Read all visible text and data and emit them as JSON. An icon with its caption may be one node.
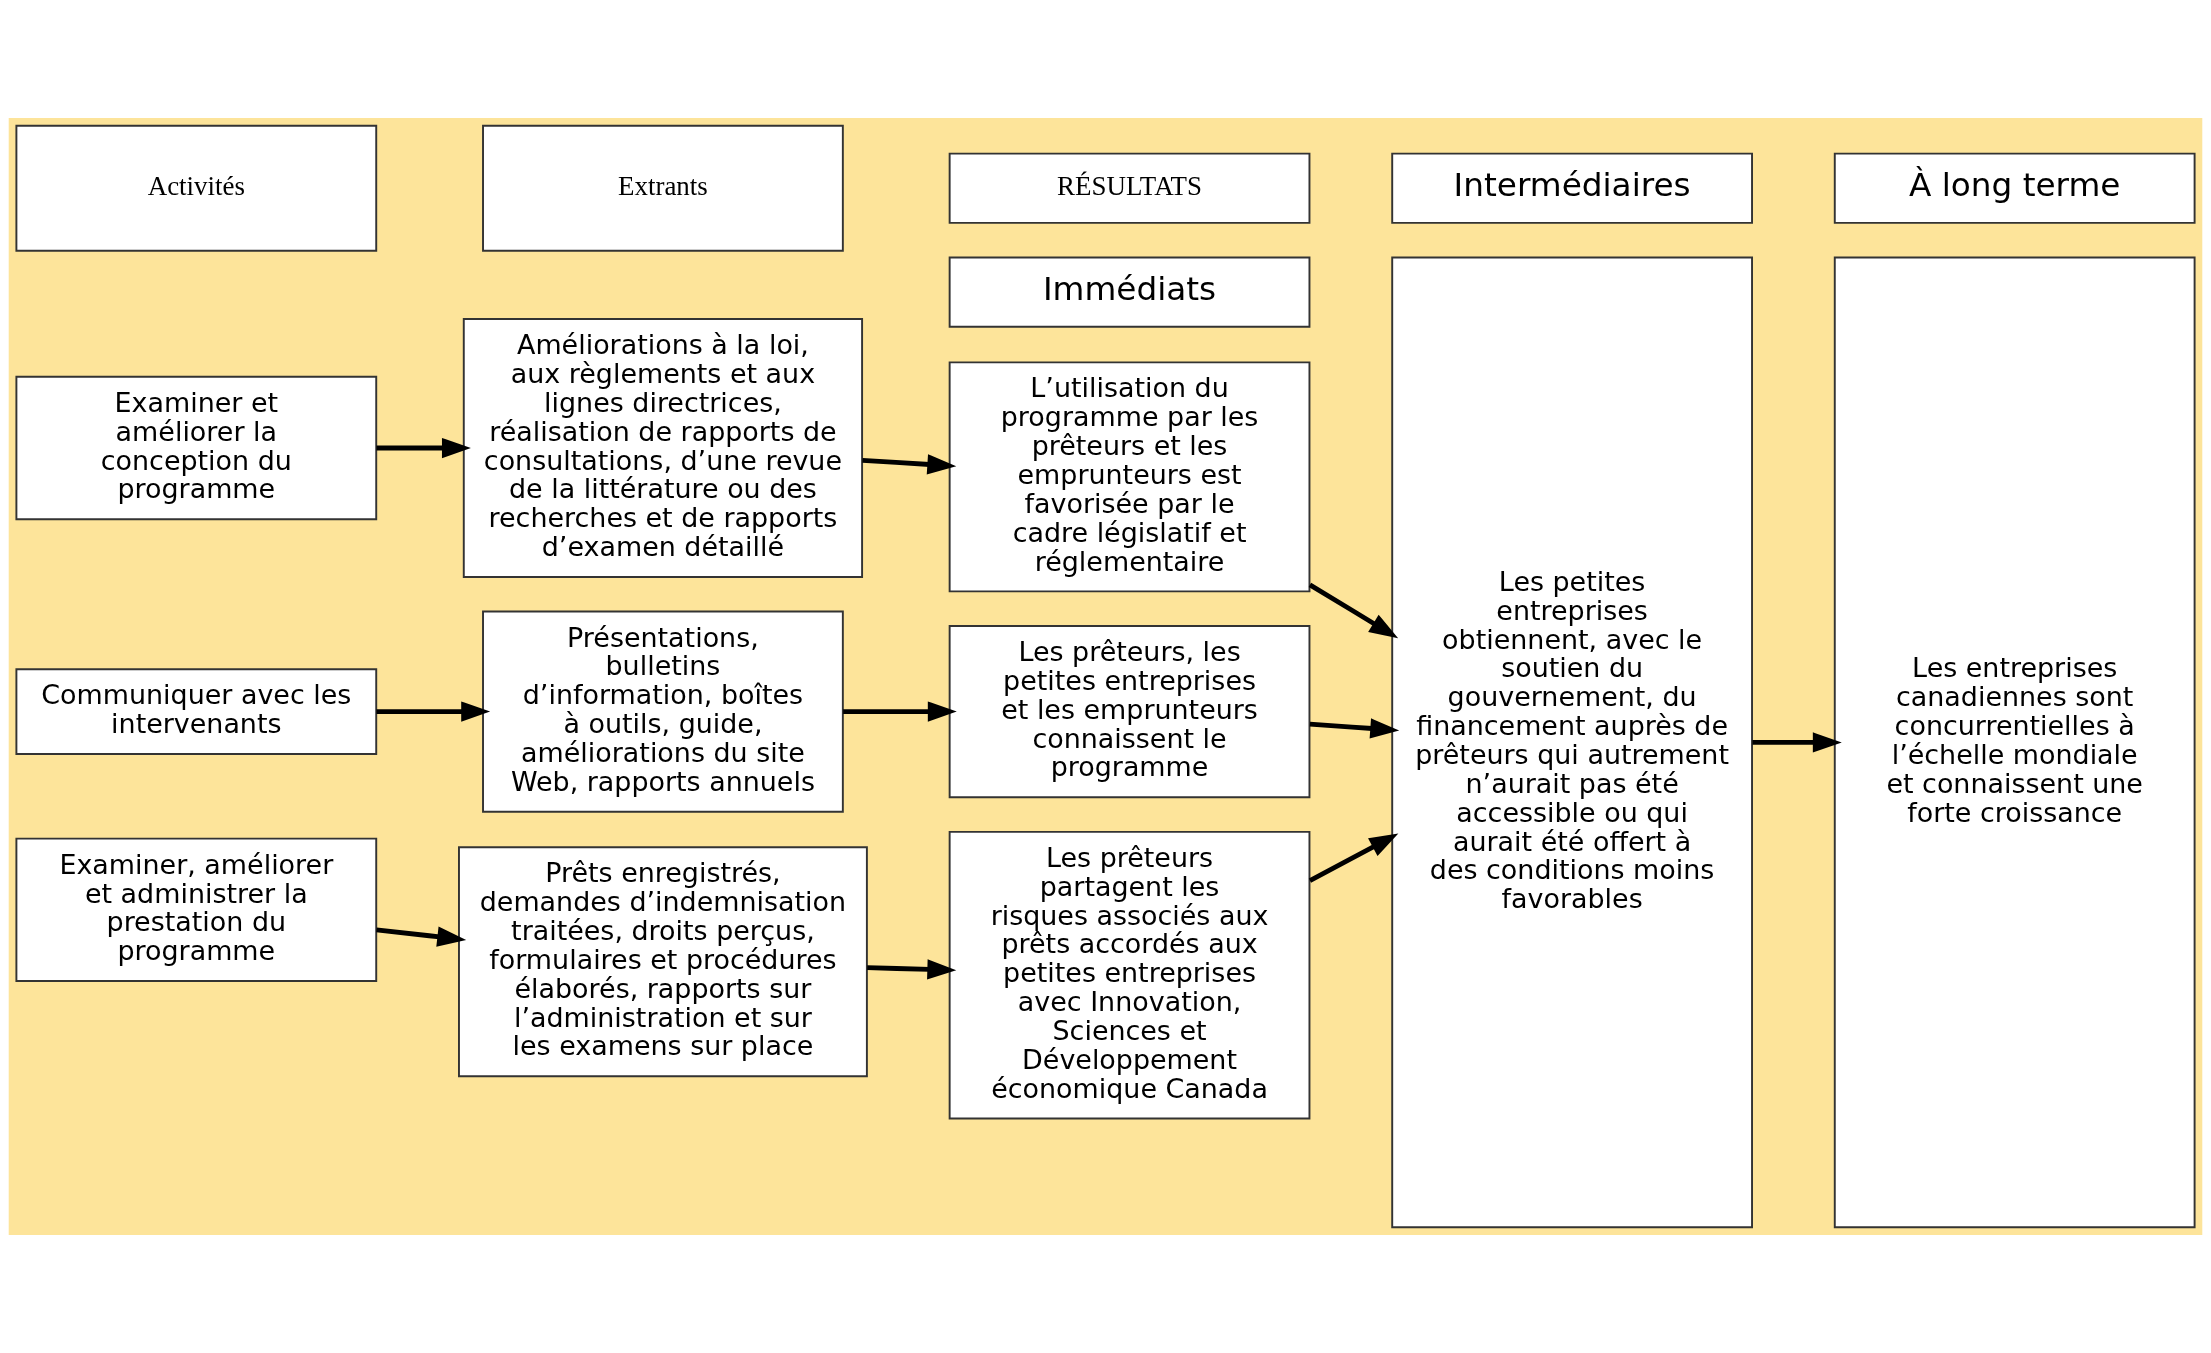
{
  "diagram": {
    "nodes": [
      {
        "text": [
          "Activités"
        ]
      },
      {
        "text": [
          "Extrants"
        ]
      },
      {
        "text": [
          "RÉSULTATS"
        ]
      },
      {
        "text": [
          "Immédiats"
        ]
      },
      {
        "text": [
          "Intermédiaires"
        ]
      },
      {
        "text": [
          "À long terme"
        ]
      },
      {
        "text": [
          "Examiner et améliorer la conception du programme"
        ]
      },
      {
        "text": [
          "Améliorations à la loi, aux règlements et aux lignes directrices, réalisation de rapports de consultations, d’une revue de la littérature ou des recherches et de rapports d’examen détaillé"
        ]
      },
      {
        "text": [
          "L’utilisation du programme par les prêteurs et les emprunteurs est favorisée par le cadre législatif et réglementaire"
        ]
      },
      {
        "text": [
          "Communiquer avec les intervenants"
        ]
      },
      {
        "text": [
          "Présentations, bulletins d’information, boîtes à outils, guide, améliorations du site Web, rapports annuels"
        ]
      },
      {
        "text": [
          "Les prêteurs, les petites entreprises et les emprunteurs connaissent le programme"
        ]
      },
      {
        "text": [
          "Examiner, améliorer et administrer la prestation du programme"
        ]
      },
      {
        "text": [
          "Prêts enregistrés, demandes d’indemnisation traitées, droits perçus, formulaires et procédures élaborés, rapports sur l’administration et sur les examens sur place"
        ]
      },
      {
        "text": [
          "Les prêteurs partagent les risques associés aux prêts accordés aux petites entreprises avec Innovation, Sciences et Développement économique Canada"
        ]
      },
      {
        "text": [
          "Les petites entreprises obtiennent, avec le soutien du gouvernement, du financement auprès de prêteurs qui autrement n’aurait pas été accessible ou qui aurait été offert à des conditions moins favorables"
        ]
      },
      {
        "text": [
          "Les entreprises canadiennes sont concurrentielles à l’échelle mondiale et connaissent une forte croissance"
        ]
      }
    ],
    "edges": [
      {
        "from": 6,
        "to": 7,
        "arrow": "to"
      },
      {
        "from": 7,
        "to": 8,
        "arrow": "to"
      },
      {
        "from": 9,
        "to": 10,
        "arrow": "to"
      },
      {
        "from": 10,
        "to": 11,
        "arrow": "to"
      },
      {
        "from": 12,
        "to": 13,
        "arrow": "to"
      },
      {
        "from": 13,
        "to": 14,
        "arrow": "to"
      },
      {
        "from": 8,
        "to": 15,
        "arrow": "to"
      },
      {
        "from": 11,
        "to": 15,
        "arrow": "to"
      },
      {
        "from": 14,
        "to": 15,
        "arrow": "to"
      },
      {
        "from": 15,
        "to": 16,
        "arrow": "to"
      }
    ]
  }
}
